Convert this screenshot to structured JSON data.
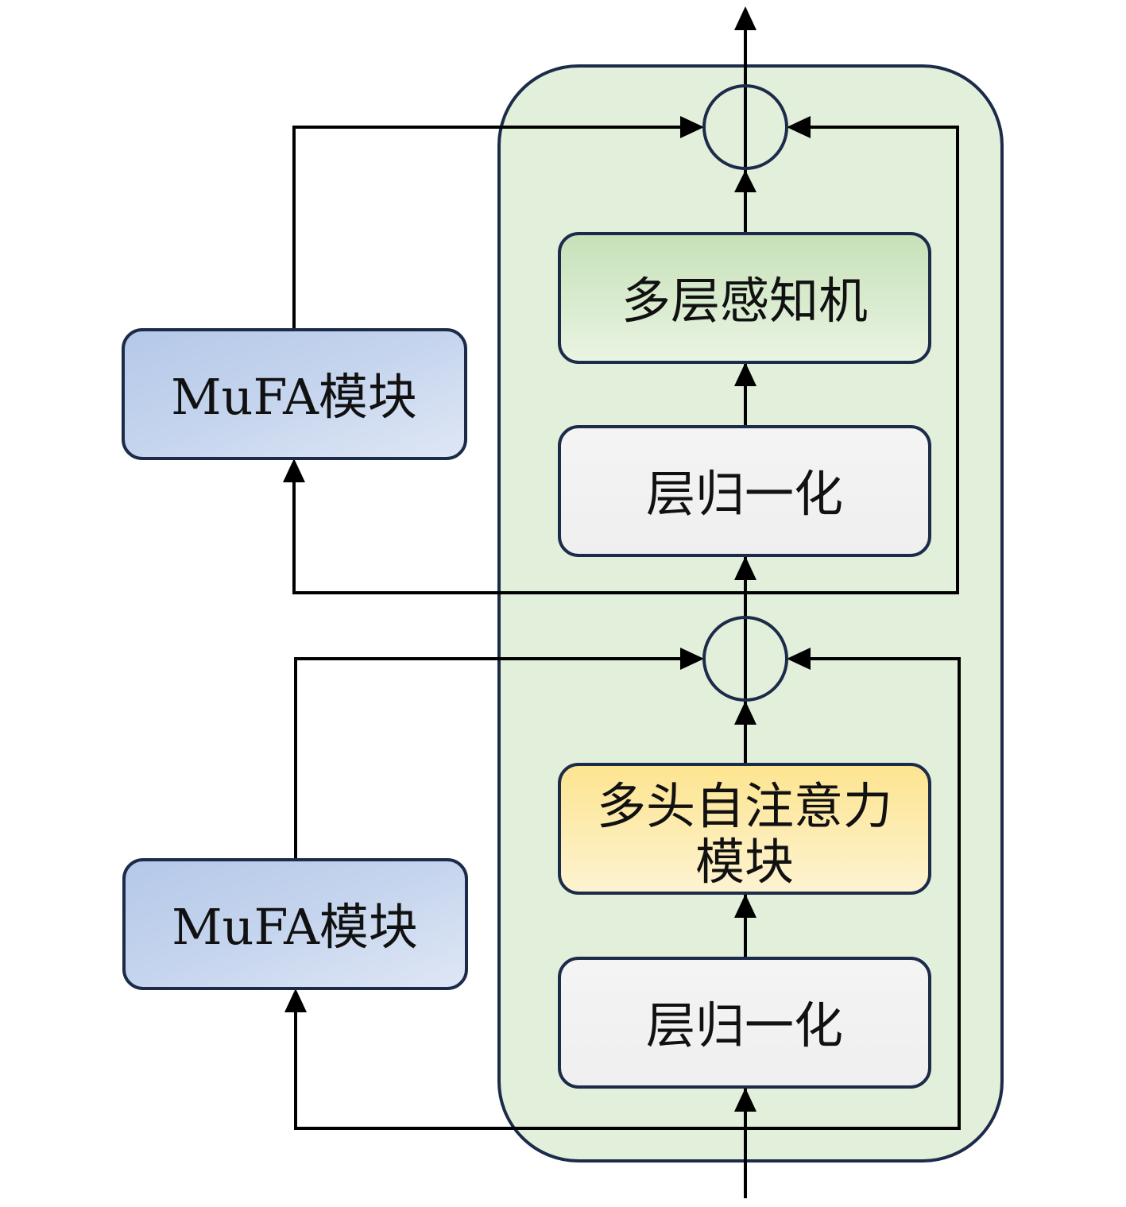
{
  "blocks": {
    "mlp": "多层感知机",
    "layer_norm_top": "层归一化",
    "mhsa_line1": "多头自注意力",
    "mhsa_line2": "模块",
    "layer_norm_bottom": "层归一化",
    "mufa_top": "MuFA模块",
    "mufa_bottom": "MuFA模块"
  },
  "colors": {
    "container_fill": "#e2efda",
    "stroke": "#1c2b49",
    "mlp_fill": "#cde6c1",
    "norm_fill": "#f2f2f2",
    "mhsa_fill": "#fde9a3",
    "mufa_fill": "#c3d3ec"
  }
}
